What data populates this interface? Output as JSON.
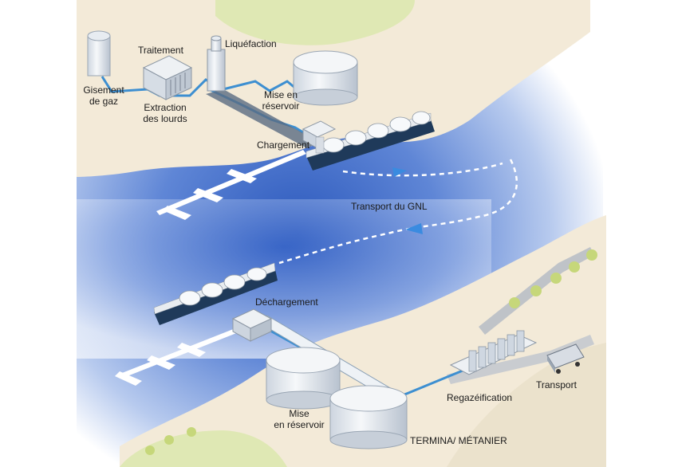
{
  "labels": {
    "gisement": [
      "Gisement",
      "de gaz"
    ],
    "traitement": "Traitement",
    "extraction": [
      "Extraction",
      "des lourds"
    ],
    "liquefaction": "Liquéfaction",
    "reservoir_top": [
      "Mise en",
      "réservoir"
    ],
    "chargement": "Chargement",
    "transport_gnl": "Transport du GNL",
    "dechargement": "Déchargement",
    "reservoir_bottom": [
      "Mise",
      "en réservoir"
    ],
    "regazeification": "Regazéification",
    "transport": "Transport",
    "terminal": "TERMINA/ MÉTANIER"
  },
  "colors": {
    "sea_dark": "#2f5fc0",
    "sea_light": "#e6eefa",
    "land": "#f2e9d6",
    "grass": "#dfe8b4",
    "pipe": "#3d8fd1",
    "ship_hull": "#1f3a5a",
    "ship_deck": "#e8ecf0",
    "tank": "#e9edf2",
    "route": "#ffffff",
    "arrow": "#3a8be0"
  }
}
